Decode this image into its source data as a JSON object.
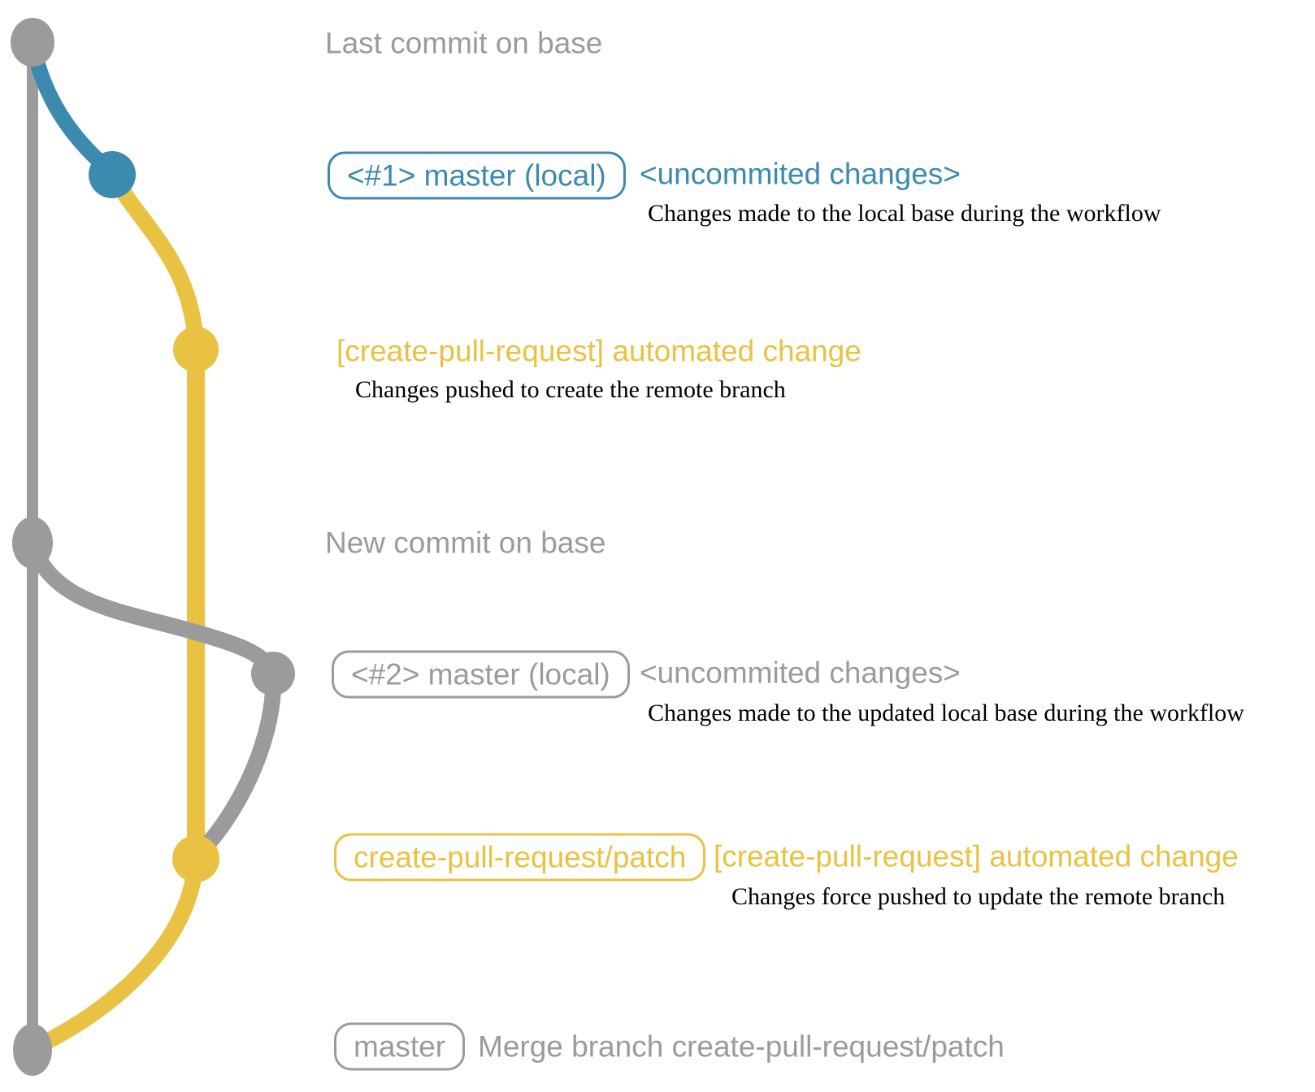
{
  "colors": {
    "gray": "#9b9b9b",
    "blue": "#3c8bae",
    "yellow": "#e9c243",
    "ink": "#000000",
    "background": "#ffffff"
  },
  "graph": {
    "commit_dots": [
      "last-base-commit-dot",
      "local-master-commit-1-dot",
      "patch-branch-commit-1-dot",
      "new-base-commit-dot",
      "local-master-commit-2-dot",
      "patch-branch-commit-2-dot",
      "merge-commit-dot"
    ]
  },
  "sections": {
    "last_commit": {
      "label": "Last commit on base"
    },
    "commit1": {
      "badge": "<#1> master (local)",
      "title": "<uncommited changes>",
      "desc": "Changes made to the local base during the workflow"
    },
    "push1": {
      "title": "[create-pull-request] automated change",
      "desc": "Changes pushed to create the remote branch"
    },
    "new_commit": {
      "label": "New commit on base"
    },
    "commit2": {
      "badge": "<#2> master (local)",
      "title": "<uncommited changes>",
      "desc": "Changes made to the updated local base during the workflow"
    },
    "push2": {
      "badge": "create-pull-request/patch",
      "title": "[create-pull-request] automated change",
      "desc": "Changes force pushed to update the remote branch"
    },
    "merge": {
      "badge": "master",
      "title": "Merge branch create-pull-request/patch"
    }
  }
}
